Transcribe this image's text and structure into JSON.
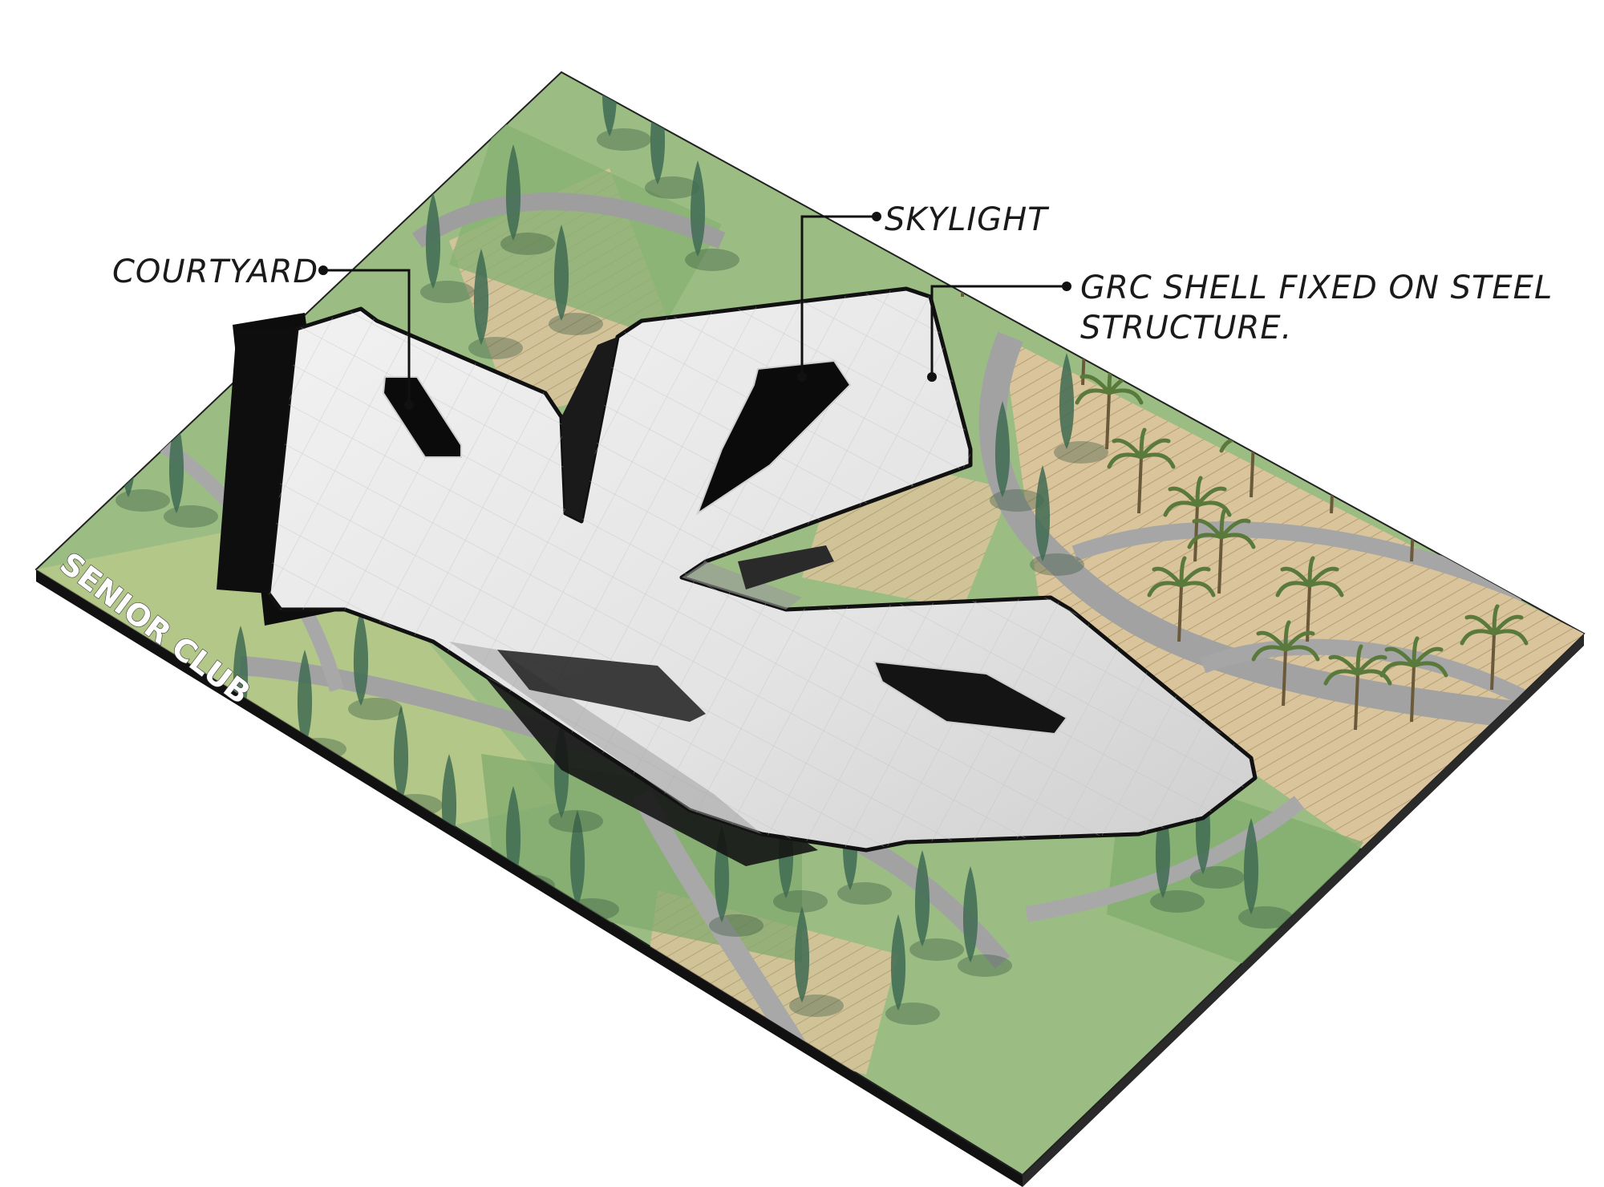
{
  "site_title": "SENIOR CLUB",
  "callouts": {
    "courtyard": "COURTYARD",
    "skylight": "SKYLIGHT",
    "shell_line1": "GRC SHELL FIXED ON STEEL",
    "shell_line2": "STRUCTURE."
  },
  "colors": {
    "background": "#ffffff",
    "slab_edge": "#1c1c1c",
    "vegetation_green": "#8fb27a",
    "vegetation_dark": "#5f8a55",
    "sand": "#d8c39a",
    "paving": "#9c9c9c",
    "shell": "#e9e9e9",
    "shell_shadow": "#111111",
    "tree": "#3f6b52",
    "palm": "#5a7a3c"
  },
  "icons": {
    "trees": "cypress-tree-icon",
    "palms": "palm-tree-icon"
  }
}
